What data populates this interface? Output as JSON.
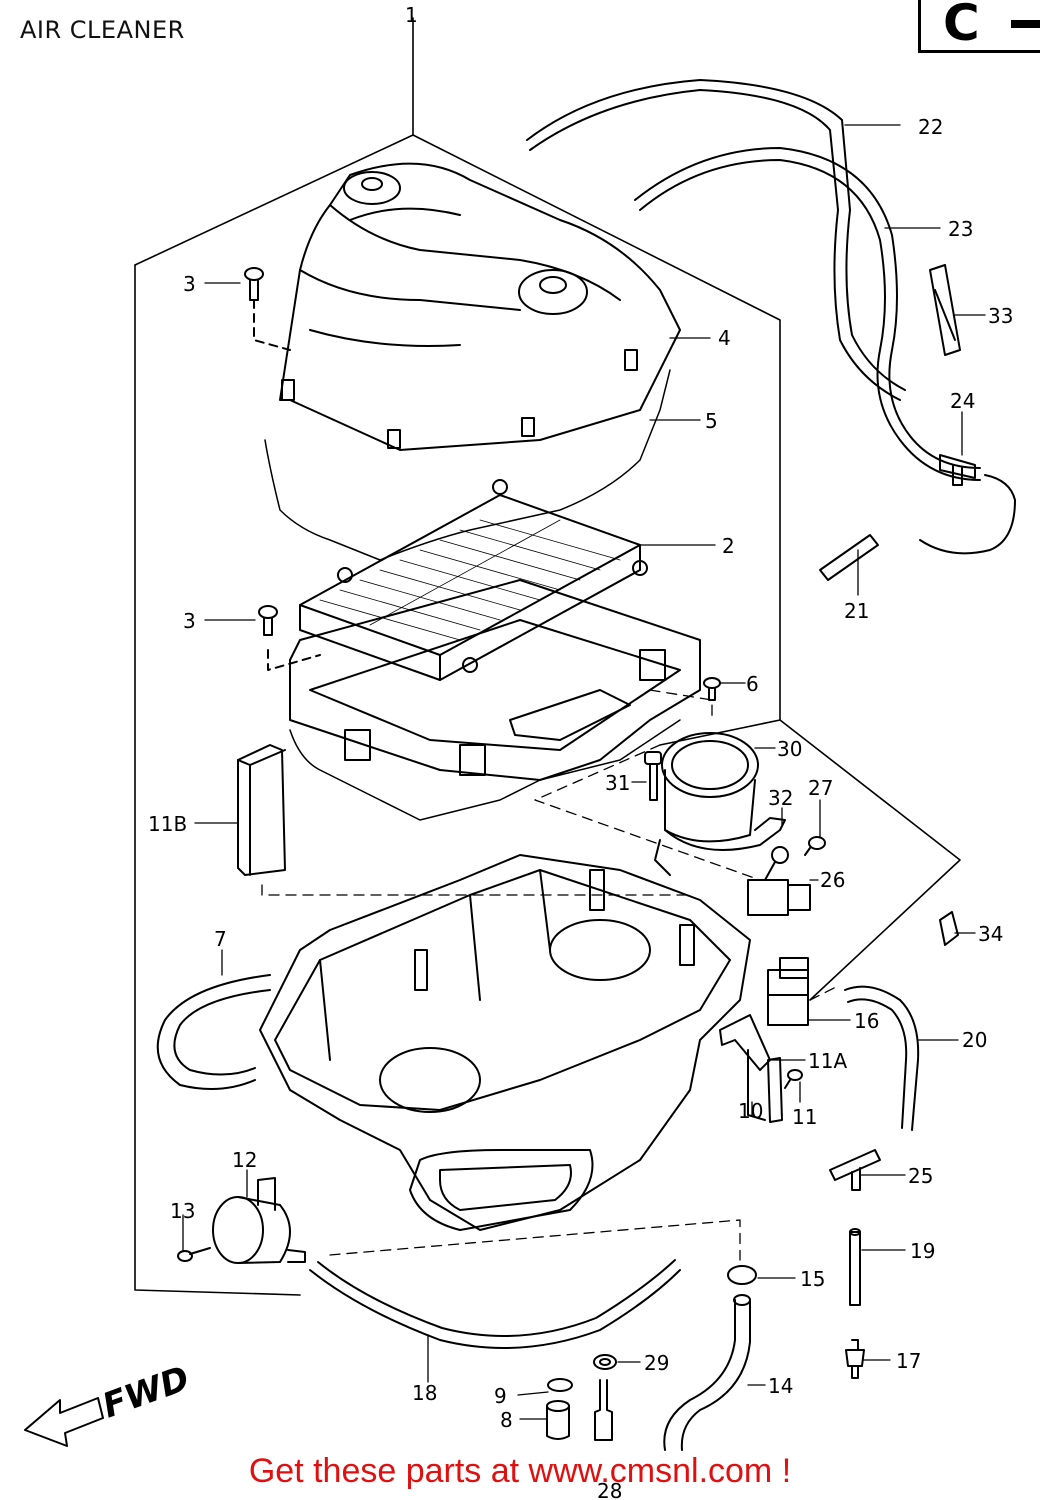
{
  "header": {
    "title": "AIR CLEANER",
    "section_code": "C"
  },
  "direction_label": "FWD",
  "footer": {
    "link_text": "Get these parts at www.cmsnl.com !",
    "color": "#e01010"
  },
  "callouts": [
    {
      "id": "c1",
      "label": "1"
    },
    {
      "id": "c22",
      "label": "22"
    },
    {
      "id": "c23",
      "label": "23"
    },
    {
      "id": "c33",
      "label": "33"
    },
    {
      "id": "c24",
      "label": "24"
    },
    {
      "id": "c3a",
      "label": "3"
    },
    {
      "id": "c4",
      "label": "4"
    },
    {
      "id": "c5",
      "label": "5"
    },
    {
      "id": "c2",
      "label": "2"
    },
    {
      "id": "c21",
      "label": "21"
    },
    {
      "id": "c3b",
      "label": "3"
    },
    {
      "id": "c6",
      "label": "6"
    },
    {
      "id": "c30",
      "label": "30"
    },
    {
      "id": "c31",
      "label": "31"
    },
    {
      "id": "c27",
      "label": "27"
    },
    {
      "id": "c32",
      "label": "32"
    },
    {
      "id": "c11B",
      "label": "11B"
    },
    {
      "id": "c26",
      "label": "26"
    },
    {
      "id": "c34",
      "label": "34"
    },
    {
      "id": "c7",
      "label": "7"
    },
    {
      "id": "c16",
      "label": "16"
    },
    {
      "id": "c20",
      "label": "20"
    },
    {
      "id": "c11A",
      "label": "11A"
    },
    {
      "id": "c10",
      "label": "10"
    },
    {
      "id": "c11",
      "label": "11"
    },
    {
      "id": "c12",
      "label": "12"
    },
    {
      "id": "c13",
      "label": "13"
    },
    {
      "id": "c25",
      "label": "25"
    },
    {
      "id": "c19",
      "label": "19"
    },
    {
      "id": "c15",
      "label": "15"
    },
    {
      "id": "c29",
      "label": "29"
    },
    {
      "id": "c17",
      "label": "17"
    },
    {
      "id": "c18",
      "label": "18"
    },
    {
      "id": "c9",
      "label": "9"
    },
    {
      "id": "c14",
      "label": "14"
    },
    {
      "id": "c8",
      "label": "8"
    },
    {
      "id": "c28",
      "label": "28"
    }
  ]
}
